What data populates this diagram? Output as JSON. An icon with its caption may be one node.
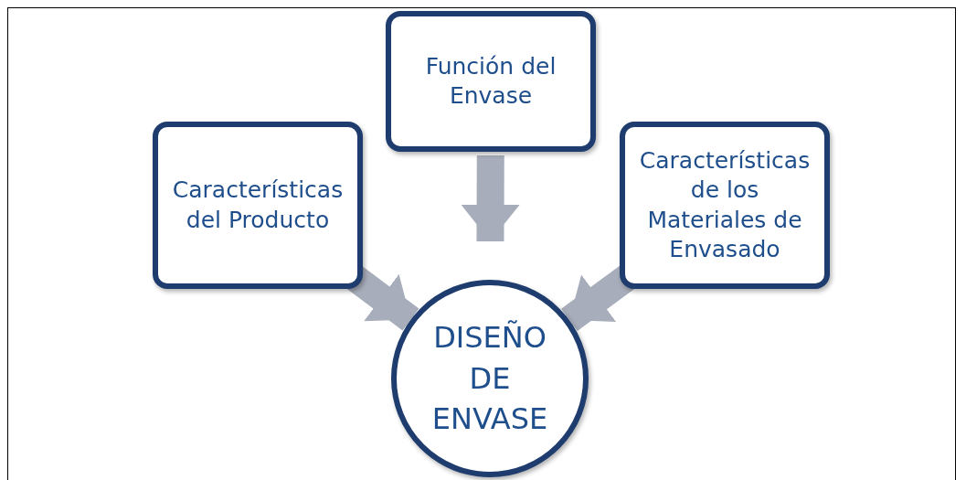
{
  "diagram": {
    "nodes": [
      {
        "text": [
          "Función del Envase"
        ]
      },
      {
        "text": [
          "Características del Producto"
        ]
      },
      {
        "text": [
          "Características de los Materiales de Envasado"
        ]
      },
      {
        "text": [
          "DISEÑO DE ENVASE"
        ]
      }
    ],
    "edges": [
      {
        "from": 0,
        "to": 3,
        "arrow": "to"
      },
      {
        "from": 1,
        "to": 3,
        "arrow": "to"
      },
      {
        "from": 2,
        "to": 3,
        "arrow": "to"
      }
    ]
  }
}
